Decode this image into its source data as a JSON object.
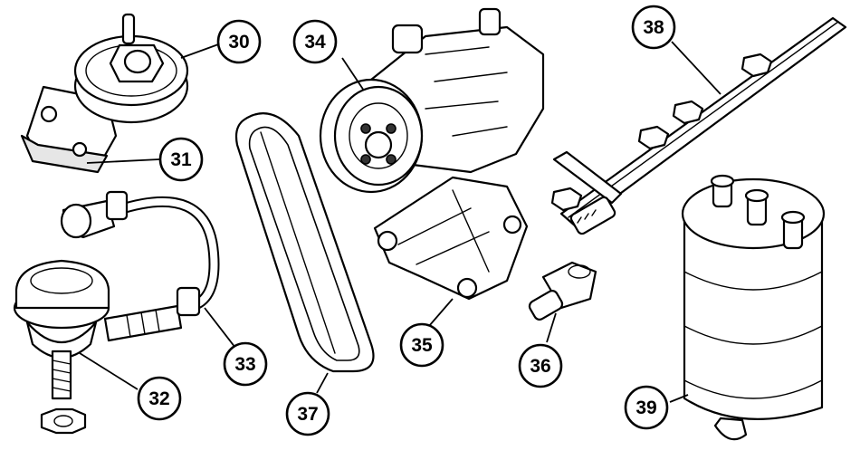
{
  "callouts": [
    {
      "id": "30",
      "label": "30"
    },
    {
      "id": "31",
      "label": "31"
    },
    {
      "id": "32",
      "label": "32"
    },
    {
      "id": "33",
      "label": "33"
    },
    {
      "id": "34",
      "label": "34"
    },
    {
      "id": "35",
      "label": "35"
    },
    {
      "id": "36",
      "label": "36"
    },
    {
      "id": "37",
      "label": "37"
    },
    {
      "id": "38",
      "label": "38"
    },
    {
      "id": "39",
      "label": "39"
    }
  ],
  "colors": {
    "ink": "#000000",
    "paper": "#ffffff"
  }
}
